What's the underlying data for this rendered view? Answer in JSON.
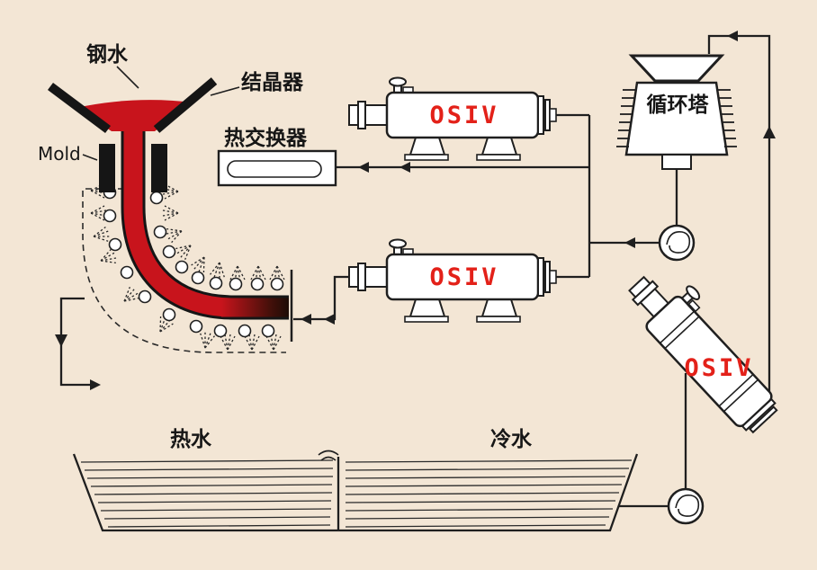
{
  "colors": {
    "background": "#f3e6d5",
    "line": "#1f1f1f",
    "steel_red": "#c8141c",
    "osiv_text_red": "#e32119"
  },
  "labels": {
    "molten_steel": "钢水",
    "crystallizer": "结晶器",
    "mold": "Mold",
    "heat_exchanger": "热交换器",
    "circulation_tower": "循环塔",
    "hot_water": "热水",
    "cold_water": "冷水",
    "osiv_unit_1": "OSIV",
    "osiv_unit_2": "OSIV",
    "osiv_unit_3": "OSIV"
  }
}
